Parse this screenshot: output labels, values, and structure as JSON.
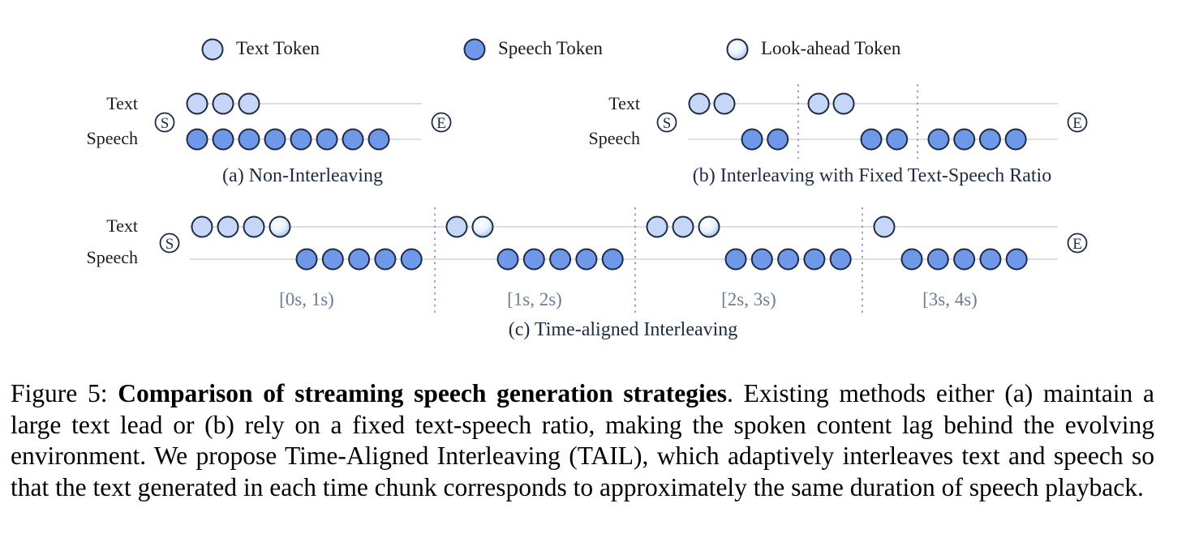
{
  "legend": {
    "text_token": "Text Token",
    "speech_token": "Speech Token",
    "lookahead_token": "Look-ahead Token"
  },
  "colors": {
    "text_token_fill": "#c6d6f7",
    "speech_token_fill": "#6f98e8",
    "lookahead_token_fill": "#e8f1fc",
    "token_stroke": "#1d2b45",
    "divider": "#8a9ab8",
    "time_label": "#6b7c95"
  },
  "markers": {
    "start": "S",
    "end": "E"
  },
  "row_labels": {
    "text": "Text",
    "speech": "Speech"
  },
  "panels": {
    "a": {
      "caption": "(a) Non-Interleaving",
      "text_tokens": 3,
      "speech_tokens": 8
    },
    "b": {
      "caption": "(b) Interleaving with Fixed Text-Speech Ratio",
      "chunks": [
        {
          "text_tokens": 2,
          "speech_tokens": 2
        },
        {
          "text_tokens": 2,
          "speech_tokens": 2
        },
        {
          "text_tokens": 0,
          "speech_tokens": 4
        }
      ]
    },
    "c": {
      "caption": "(c) Time-aligned Interleaving",
      "chunks": [
        {
          "time": "[0s, 1s)",
          "text_tokens": 3,
          "lookahead_tokens": 1,
          "speech_tokens": 5
        },
        {
          "time": "[1s, 2s)",
          "text_tokens": 1,
          "lookahead_tokens": 1,
          "speech_tokens": 5
        },
        {
          "time": "[2s, 3s)",
          "text_tokens": 2,
          "lookahead_tokens": 1,
          "speech_tokens": 5
        },
        {
          "time": "[3s, 4s)",
          "text_tokens": 1,
          "lookahead_tokens": 0,
          "speech_tokens": 5
        }
      ]
    }
  },
  "caption": {
    "prefix": "Figure 5: ",
    "bold": "Comparison of streaming speech generation strategies",
    "body": ". Existing methods either (a) maintain a large text lead or (b) rely on a fixed text-speech ratio, making the spoken content lag behind the evolving environment. We propose Time-Aligned Interleaving (TAIL), which adaptively interleaves text and speech so that the text generated in each time chunk corresponds to approximately the same duration of speech playback."
  }
}
